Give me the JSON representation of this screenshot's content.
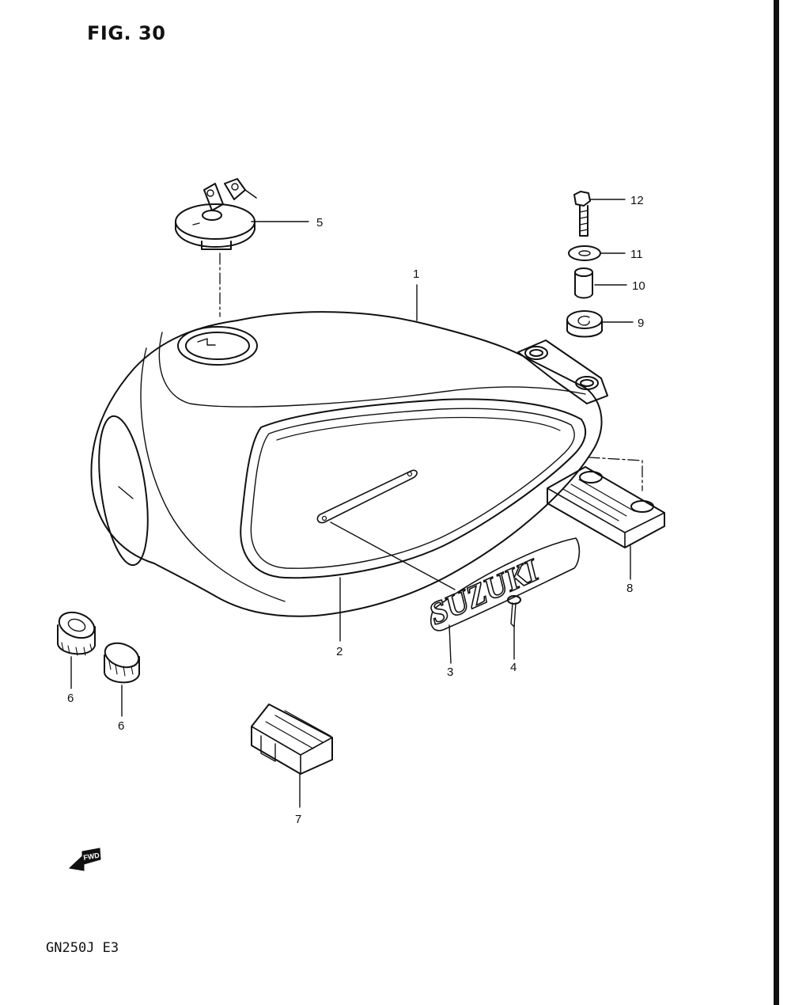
{
  "figure": {
    "title": "FIG. 30",
    "model_code": "GN250J  E3"
  },
  "emblem": {
    "text": "SUZUKI"
  },
  "direction_marker": {
    "text": "FWD"
  },
  "callouts": [
    {
      "id": "c1",
      "label": "1"
    },
    {
      "id": "c2",
      "label": "2"
    },
    {
      "id": "c3",
      "label": "3"
    },
    {
      "id": "c4",
      "label": "4"
    },
    {
      "id": "c5",
      "label": "5"
    },
    {
      "id": "c6a",
      "label": "6"
    },
    {
      "id": "c6b",
      "label": "6"
    },
    {
      "id": "c7",
      "label": "7"
    },
    {
      "id": "c8",
      "label": "8"
    },
    {
      "id": "c9",
      "label": "9"
    },
    {
      "id": "c10",
      "label": "10"
    },
    {
      "id": "c11",
      "label": "11"
    },
    {
      "id": "c12",
      "label": "12"
    }
  ],
  "colors": {
    "ink": "#111111",
    "paper": "#ffffff"
  }
}
